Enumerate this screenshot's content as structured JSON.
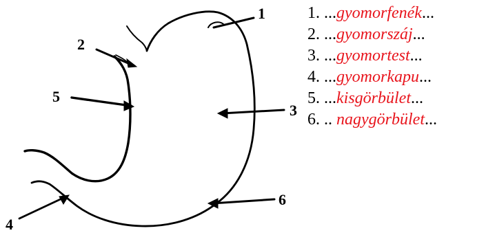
{
  "diagram": {
    "markers": [
      "1",
      "2",
      "3",
      "4",
      "5",
      "6"
    ]
  },
  "legend": {
    "items": [
      {
        "number": "1.",
        "prefix": "...",
        "term": "gyomorfenék",
        "suffix": "..."
      },
      {
        "number": "2.",
        "prefix": "...",
        "term": "gyomorszáj",
        "suffix": "..."
      },
      {
        "number": "3.",
        "prefix": "...",
        "term": "gyomortest",
        "suffix": "..."
      },
      {
        "number": "4.",
        "prefix": "...",
        "term": "gyomorkapu",
        "suffix": "..."
      },
      {
        "number": "5.",
        "prefix": "...",
        "term": "kisgörbület",
        "suffix": "..."
      },
      {
        "number": "6.",
        "prefix": ".. ",
        "term": "nagygörbület",
        "suffix": "..."
      }
    ],
    "accent_color": "#e8141c"
  }
}
